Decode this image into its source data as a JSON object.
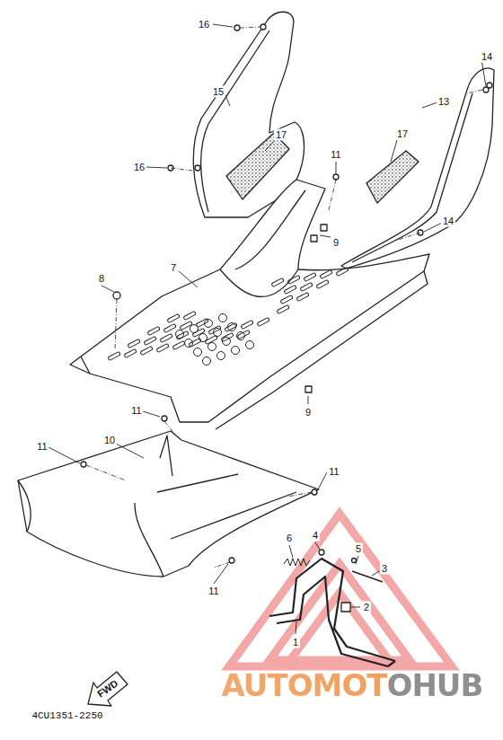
{
  "diagram": {
    "labels": [
      "16",
      "14",
      "15",
      "13",
      "17",
      "11",
      "17",
      "16",
      "9",
      "14",
      "8",
      "7",
      "11",
      "9",
      "10",
      "11",
      "11",
      "6",
      "4",
      "5",
      "3",
      "2",
      "11",
      "1",
      "FWD",
      "AUTOMOTOHUB",
      "4CU1351-2250"
    ]
  }
}
